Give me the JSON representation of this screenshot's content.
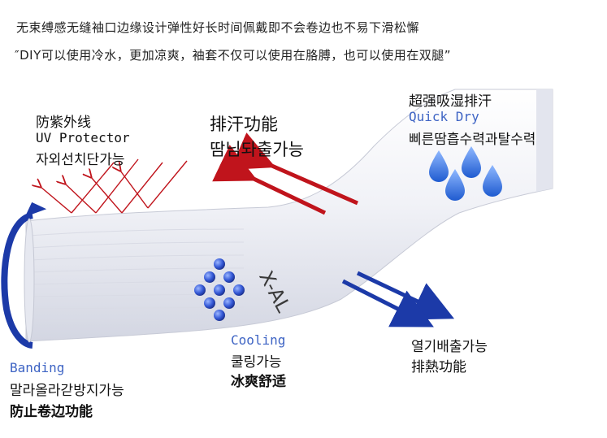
{
  "header": {
    "line1": "无束缚感无缝袖口边缘设计弹性好长时间佩戴即不会卷边也不易下滑松懈",
    "line2": "″DIY可以使用冷水，更加凉爽，袖套不仅可以使用在胳膊，也可以使用在双腿”"
  },
  "uv": {
    "cn": "防紫外线",
    "en": "UV Protector",
    "ko": "자외선치단가능"
  },
  "sweat": {
    "cn": "排汗功能",
    "ko": "땀님돠출가능"
  },
  "quickdry": {
    "cn": "超强吸湿排汗",
    "en": "Quick Dry",
    "ko": "삐른땀흡수력과탈수력"
  },
  "cooling": {
    "en": "Cooling",
    "ko": "쿨링가능",
    "cn": "冰爽舒适"
  },
  "heat": {
    "ko": "열기배출가능",
    "cn": "排熱功能"
  },
  "banding": {
    "en": "Banding",
    "ko": "말라올라갇방지가능",
    "cn": "防止卷边功能"
  },
  "logo_text": "X-AL",
  "colors": {
    "red_arrow": "#c0141c",
    "blue_arrow": "#1c3aa8",
    "accent_blue": "#3e64c4",
    "drop_blue": "#2f6fd6",
    "sleeve": "#eef0f6"
  }
}
